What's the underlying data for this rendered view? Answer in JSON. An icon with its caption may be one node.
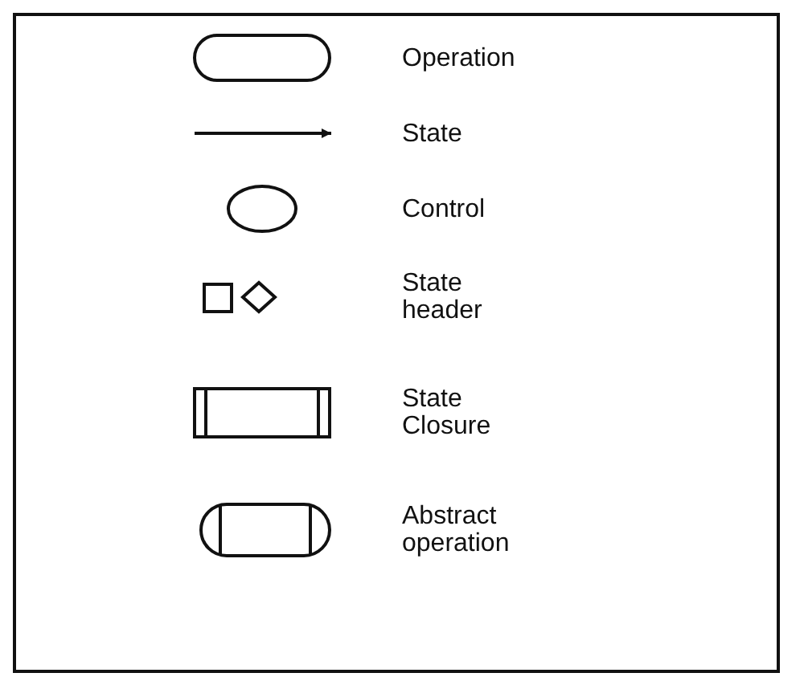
{
  "diagram": {
    "legend": [
      {
        "text": "Operation"
      },
      {
        "text": "State"
      },
      {
        "text": "Control"
      },
      {
        "text": "State header"
      },
      {
        "text": "State Closure"
      },
      {
        "text": "Abstract operation"
      }
    ]
  }
}
